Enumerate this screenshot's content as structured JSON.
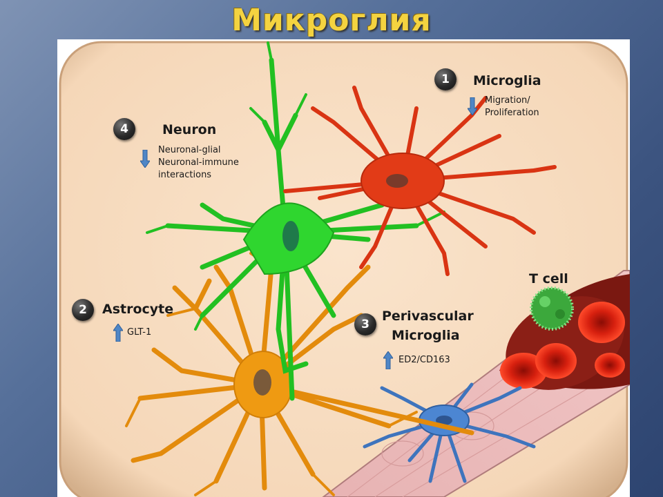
{
  "slide": {
    "title": "Микроглия"
  },
  "labels": {
    "microglia": {
      "num": "1",
      "title": "Microglia",
      "line1": "Migration/",
      "line2": "Proliferation",
      "direction": "down"
    },
    "astrocyte": {
      "num": "2",
      "title": "Astrocyte",
      "line1": "GLT-1",
      "direction": "up"
    },
    "perivascular": {
      "num": "3",
      "title1": "Perivascular",
      "title2": "Microglia",
      "line1": "ED2/CD163",
      "direction": "up"
    },
    "neuron": {
      "num": "4",
      "title": "Neuron",
      "line1": "Neuronal-glial",
      "line2": "Neuronal-immune",
      "line3": "interactions",
      "direction": "down"
    },
    "tcell": {
      "title": "T cell"
    }
  },
  "colors": {
    "background_panel": "#f7dcc0",
    "neuron": "#2fd62f",
    "microglia": "#e23b17",
    "astrocyte": "#ef9a12",
    "perivascular_microglia": "#4c86d2",
    "vessel_wall": "#e8b5b5",
    "vessel_lumen": "#8a1a14",
    "tcell": "#3cb33c",
    "arrow": "#4f86c6"
  }
}
